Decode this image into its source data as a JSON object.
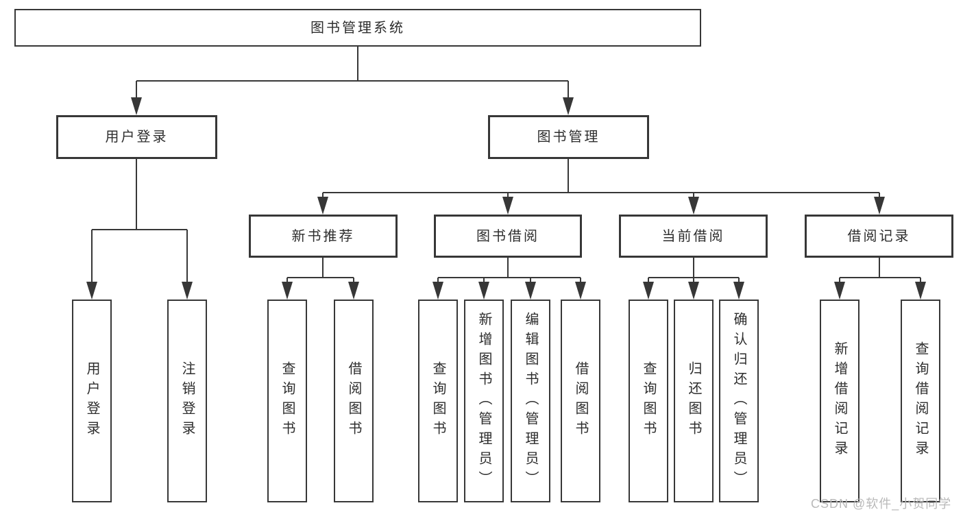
{
  "diagram": {
    "root_label": "图书管理系统",
    "user_login": {
      "label": "用户登录",
      "leaves": [
        "用户登录",
        "注销登录"
      ]
    },
    "book_management": {
      "label": "图书管理",
      "sections": {
        "new_book_recommend": {
          "label": "新书推荐",
          "leaves": [
            "查询图书",
            "借阅图书"
          ]
        },
        "book_borrowing": {
          "label": "图书借阅",
          "leaves": [
            "查询图书",
            "新增图书（管理员）",
            "编辑图书（管理员）",
            "借阅图书"
          ]
        },
        "current_borrowing": {
          "label": "当前借阅",
          "leaves": [
            "查询图书",
            "归还图书",
            "确认归还（管理员）"
          ]
        },
        "borrowing_records": {
          "label": "借阅记录",
          "leaves": [
            "新增借阅记录",
            "查询借阅记录"
          ]
        }
      }
    }
  },
  "watermark": {
    "text": "CSDN @软件_小贺同学"
  },
  "colors": {
    "line": "#373737",
    "box_border": "#373737",
    "text": "#2d2d2d",
    "watermark": "#b9b9b9",
    "background": "#ffffff"
  }
}
